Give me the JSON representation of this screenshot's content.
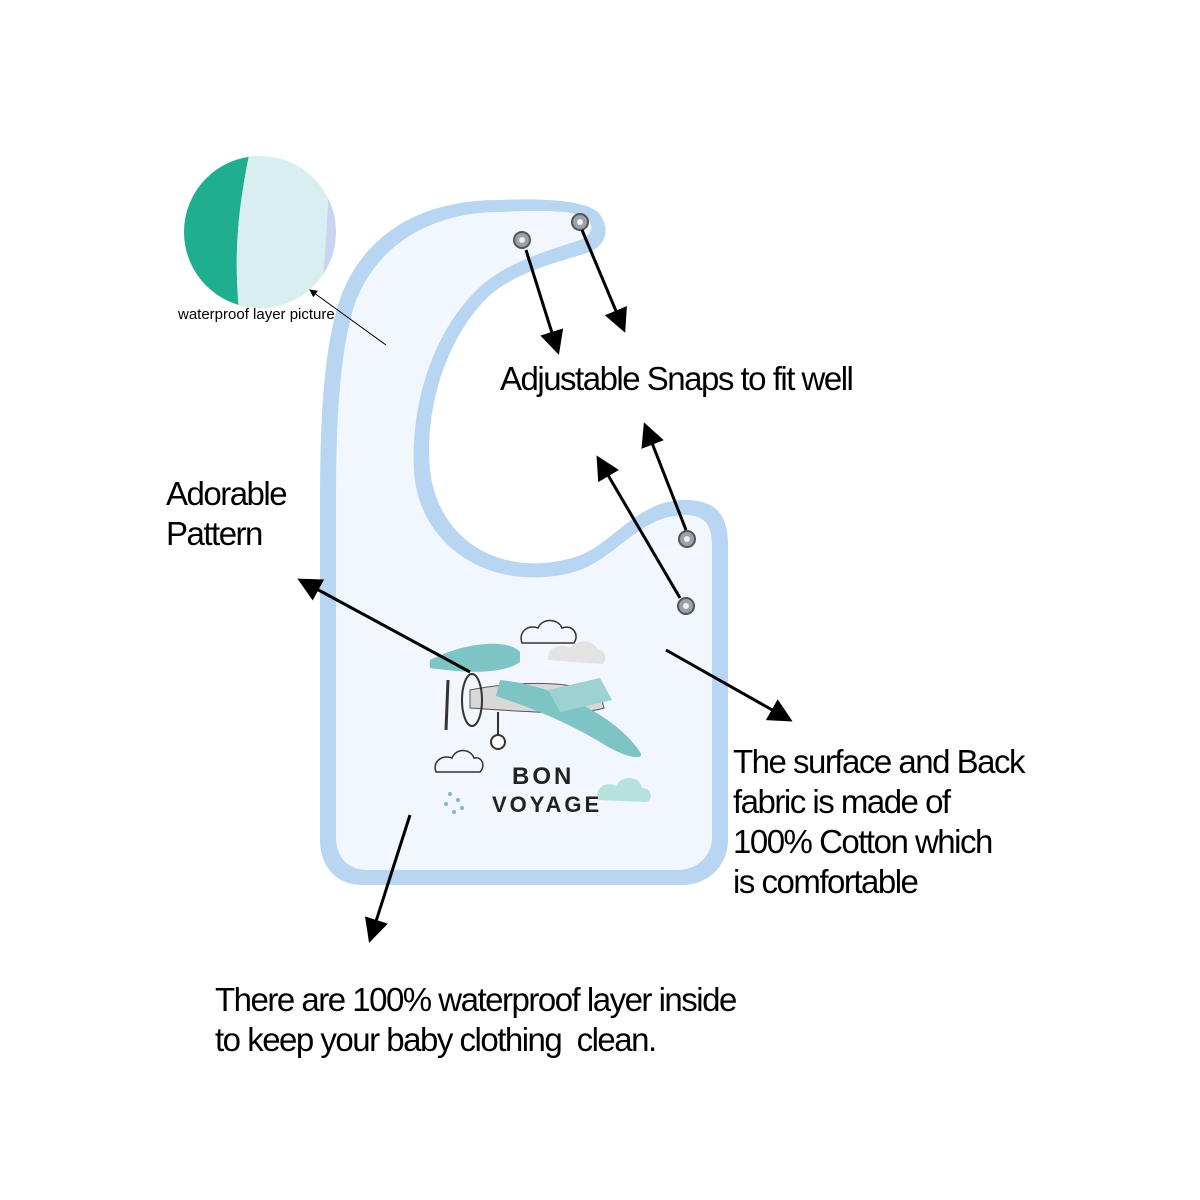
{
  "callouts": {
    "snaps": "Adjustable Snaps to fit well",
    "pattern": [
      "Adorable",
      "Pattern"
    ],
    "fabric": [
      "The surface and Back",
      "fabric is made of",
      "100% Cotton which",
      "is comfortable"
    ],
    "waterproof": [
      "There are 100% waterproof layer inside",
      "to keep your baby clothing  clean."
    ],
    "inset": "waterproof layer picture"
  },
  "print": {
    "line1": "BON",
    "line2": "VOYAGE"
  },
  "icons": [
    "bib-image",
    "airplane-icon",
    "cloud-icon",
    "snap-button-icon",
    "arrow-icon",
    "waterproof-swatch-icon"
  ],
  "colors": {
    "bib_trim": "#b8d6f2",
    "bib_body": "#f2f7fd",
    "plane_wing": "#7ec4c4",
    "swatch_teal": "#1fae8f",
    "swatch_light": "#d9efef",
    "cloud_teal": "#b6e1dd",
    "text": "#000000"
  }
}
